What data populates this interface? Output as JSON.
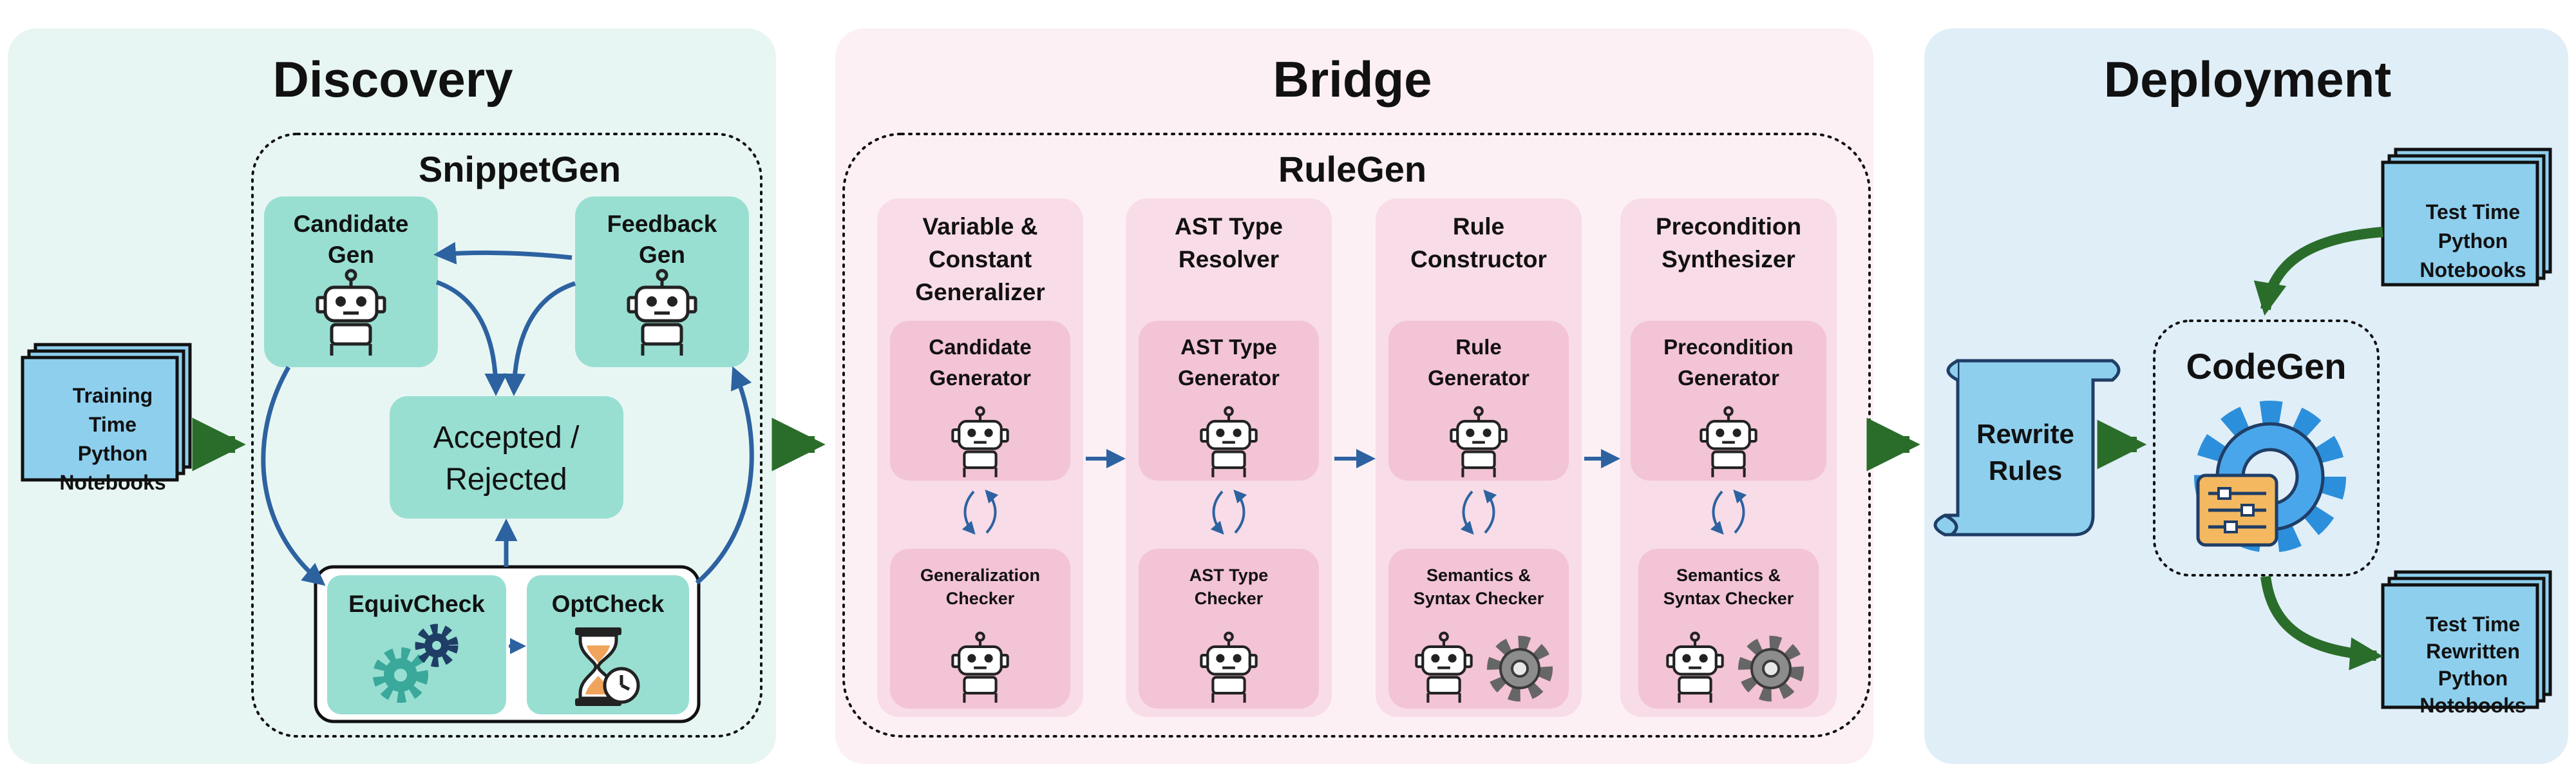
{
  "sections": {
    "discovery": "Discovery",
    "bridge": "Bridge",
    "deployment": "Deployment"
  },
  "snippetgen": {
    "title": "SnippetGen",
    "candidate_gen": [
      "Candidate",
      "Gen"
    ],
    "feedback_gen": [
      "Feedback",
      "Gen"
    ],
    "accepted": [
      "Accepted /",
      "Rejected"
    ],
    "equivcheck": "EquivCheck",
    "optcheck": "OptCheck"
  },
  "training_notebooks": [
    "Training",
    "Time",
    "Python",
    "Notebooks"
  ],
  "rulegen": {
    "title": "RuleGen",
    "stages": [
      {
        "title": [
          "Variable &",
          "Constant",
          "Generalizer"
        ],
        "generator": [
          "Candidate",
          "Generator"
        ],
        "checker": [
          "Generalization",
          "Checker"
        ]
      },
      {
        "title": [
          "AST Type",
          "Resolver"
        ],
        "generator": [
          "AST Type",
          "Generator"
        ],
        "checker": [
          "AST Type",
          "Checker"
        ]
      },
      {
        "title": [
          "Rule",
          "Constructor"
        ],
        "generator": [
          "Rule",
          "Generator"
        ],
        "checker": [
          "Semantics &",
          "Syntax Checker"
        ]
      },
      {
        "title": [
          "Precondition",
          "Synthesizer"
        ],
        "generator": [
          "Precondition",
          "Generator"
        ],
        "checker": [
          "Semantics &",
          "Syntax Checker"
        ]
      }
    ]
  },
  "rewrite_rules": [
    "Rewrite",
    "Rules"
  ],
  "codegen": {
    "title": "CodeGen"
  },
  "test_notebooks": [
    "Test Time",
    "Python",
    "Notebooks"
  ],
  "rewritten_notebooks": [
    "Test Time",
    "Rewritten",
    "Python",
    "Notebooks"
  ],
  "colors": {
    "discovery_bg": "#e8f6f3",
    "bridge_bg": "#fcf0f4",
    "deployment_bg": "#e0eef8",
    "teal_card": "#98dfd2",
    "pink_card": "#f8dce7",
    "pink_inner": "#f3c3d6",
    "blue_doc": "#8ecfee",
    "flow_arrow": "#2a6d2a",
    "loop_arrow": "#2d62a1"
  },
  "icons": [
    "robot-icon",
    "gears-icon",
    "hourglass-clock-icon",
    "gear-icon",
    "gear-settings-icon",
    "scroll-icon",
    "document-stack-icon"
  ]
}
